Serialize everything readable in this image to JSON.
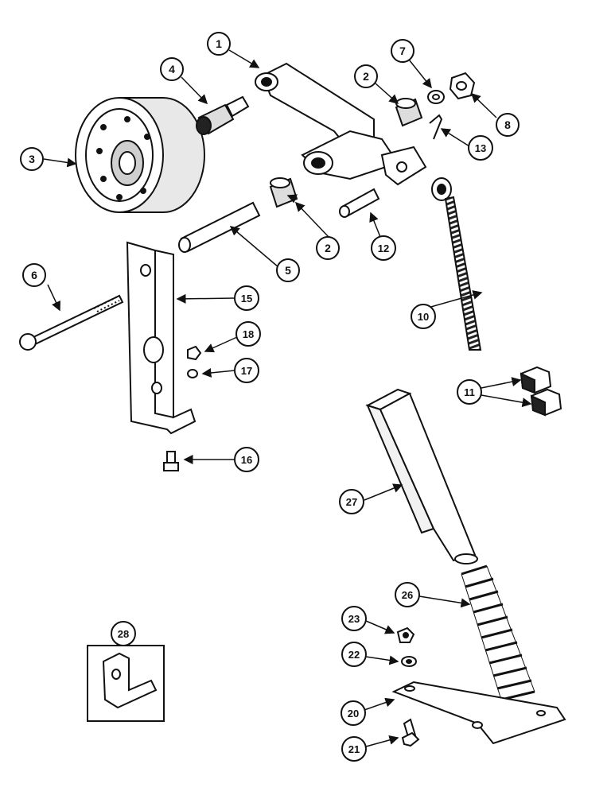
{
  "callouts": [
    {
      "id": "c1",
      "label": "1"
    },
    {
      "id": "c2a",
      "label": "2"
    },
    {
      "id": "c2b",
      "label": "2"
    },
    {
      "id": "c3",
      "label": "3"
    },
    {
      "id": "c4",
      "label": "4"
    },
    {
      "id": "c5",
      "label": "5"
    },
    {
      "id": "c6",
      "label": "6"
    },
    {
      "id": "c7",
      "label": "7"
    },
    {
      "id": "c8",
      "label": "8"
    },
    {
      "id": "c10",
      "label": "10"
    },
    {
      "id": "c11",
      "label": "11"
    },
    {
      "id": "c12",
      "label": "12"
    },
    {
      "id": "c13",
      "label": "13"
    },
    {
      "id": "c15",
      "label": "15"
    },
    {
      "id": "c16",
      "label": "16"
    },
    {
      "id": "c17",
      "label": "17"
    },
    {
      "id": "c18",
      "label": "18"
    },
    {
      "id": "c20",
      "label": "20"
    },
    {
      "id": "c21",
      "label": "21"
    },
    {
      "id": "c22",
      "label": "22"
    },
    {
      "id": "c23",
      "label": "23"
    },
    {
      "id": "c26",
      "label": "26"
    },
    {
      "id": "c27",
      "label": "27"
    },
    {
      "id": "c28",
      "label": "28"
    }
  ],
  "colors": {
    "ink": "#111111",
    "paper": "#ffffff",
    "shade": "#9a9a9a"
  }
}
